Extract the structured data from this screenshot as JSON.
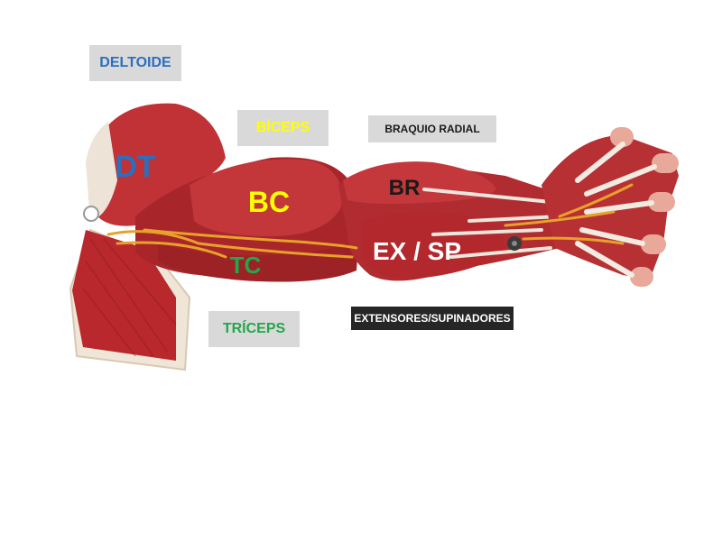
{
  "colors": {
    "deltoide": "#2b6fbe",
    "biceps": "#ffff00",
    "triceps": "#22a84a",
    "braquio": "#1a1a1a",
    "extensores": "#ffffff",
    "label_bg": "#d9d9d9",
    "dark_label_bg": "#262626",
    "muscle": "#b52a2e",
    "muscle_dark": "#7e1518",
    "nerve": "#e8a12a",
    "tendon": "#e9e4dc",
    "skin": "#e8a89a"
  },
  "labels": {
    "deltoide": "DELTOIDE",
    "biceps": "BÍCEPS",
    "braquio_radial": "BRAQUIO RADIAL",
    "triceps": "TRÍCEPS",
    "extensores": "EXTENSORES/SUPINADORES"
  },
  "abbreviations": {
    "dt": "DT",
    "bc": "BC",
    "br": "BR",
    "tc": "TC",
    "ex_sp": "EX / SP"
  }
}
